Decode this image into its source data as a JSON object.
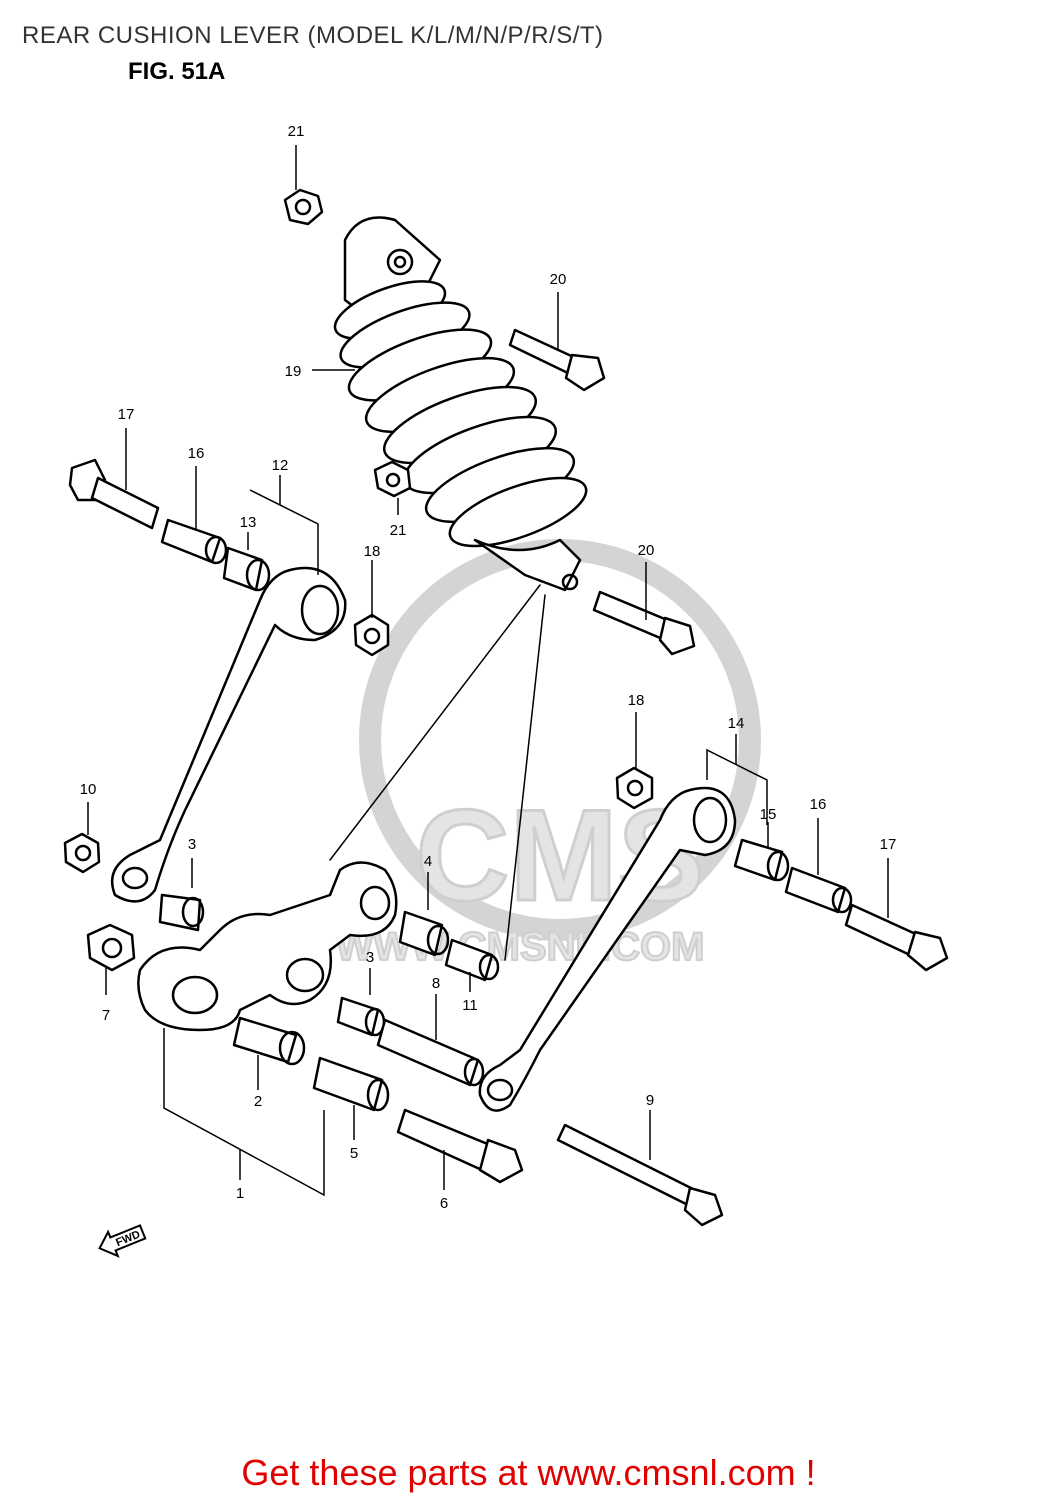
{
  "header": {
    "title": "REAR CUSHION LEVER (MODEL K/L/M/N/P/R/S/T)",
    "figure": "FIG. 51A"
  },
  "watermark": {
    "brand": "CMS",
    "url": "WWW.CMSNL.COM",
    "color": "#d4d4d4"
  },
  "callouts": [
    {
      "id": "c21a",
      "label": "21"
    },
    {
      "id": "c20a",
      "label": "20"
    },
    {
      "id": "c19",
      "label": "19"
    },
    {
      "id": "c17a",
      "label": "17"
    },
    {
      "id": "c16a",
      "label": "16"
    },
    {
      "id": "c12",
      "label": "12"
    },
    {
      "id": "c13",
      "label": "13"
    },
    {
      "id": "c21b",
      "label": "21"
    },
    {
      "id": "c18a",
      "label": "18"
    },
    {
      "id": "c20b",
      "label": "20"
    },
    {
      "id": "c18b",
      "label": "18"
    },
    {
      "id": "c14",
      "label": "14"
    },
    {
      "id": "c15",
      "label": "15"
    },
    {
      "id": "c16b",
      "label": "16"
    },
    {
      "id": "c17b",
      "label": "17"
    },
    {
      "id": "c10",
      "label": "10"
    },
    {
      "id": "c3a",
      "label": "3"
    },
    {
      "id": "c4",
      "label": "4"
    },
    {
      "id": "c7",
      "label": "7"
    },
    {
      "id": "c3b",
      "label": "3"
    },
    {
      "id": "c8",
      "label": "8"
    },
    {
      "id": "c11",
      "label": "11"
    },
    {
      "id": "c2",
      "label": "2"
    },
    {
      "id": "c5",
      "label": "5"
    },
    {
      "id": "c6",
      "label": "6"
    },
    {
      "id": "c9",
      "label": "9"
    },
    {
      "id": "c1",
      "label": "1"
    }
  ],
  "fwd_label": "FWD",
  "footer": {
    "text": "Get these parts at www.cmsnl.com !",
    "color": "#e00000"
  }
}
